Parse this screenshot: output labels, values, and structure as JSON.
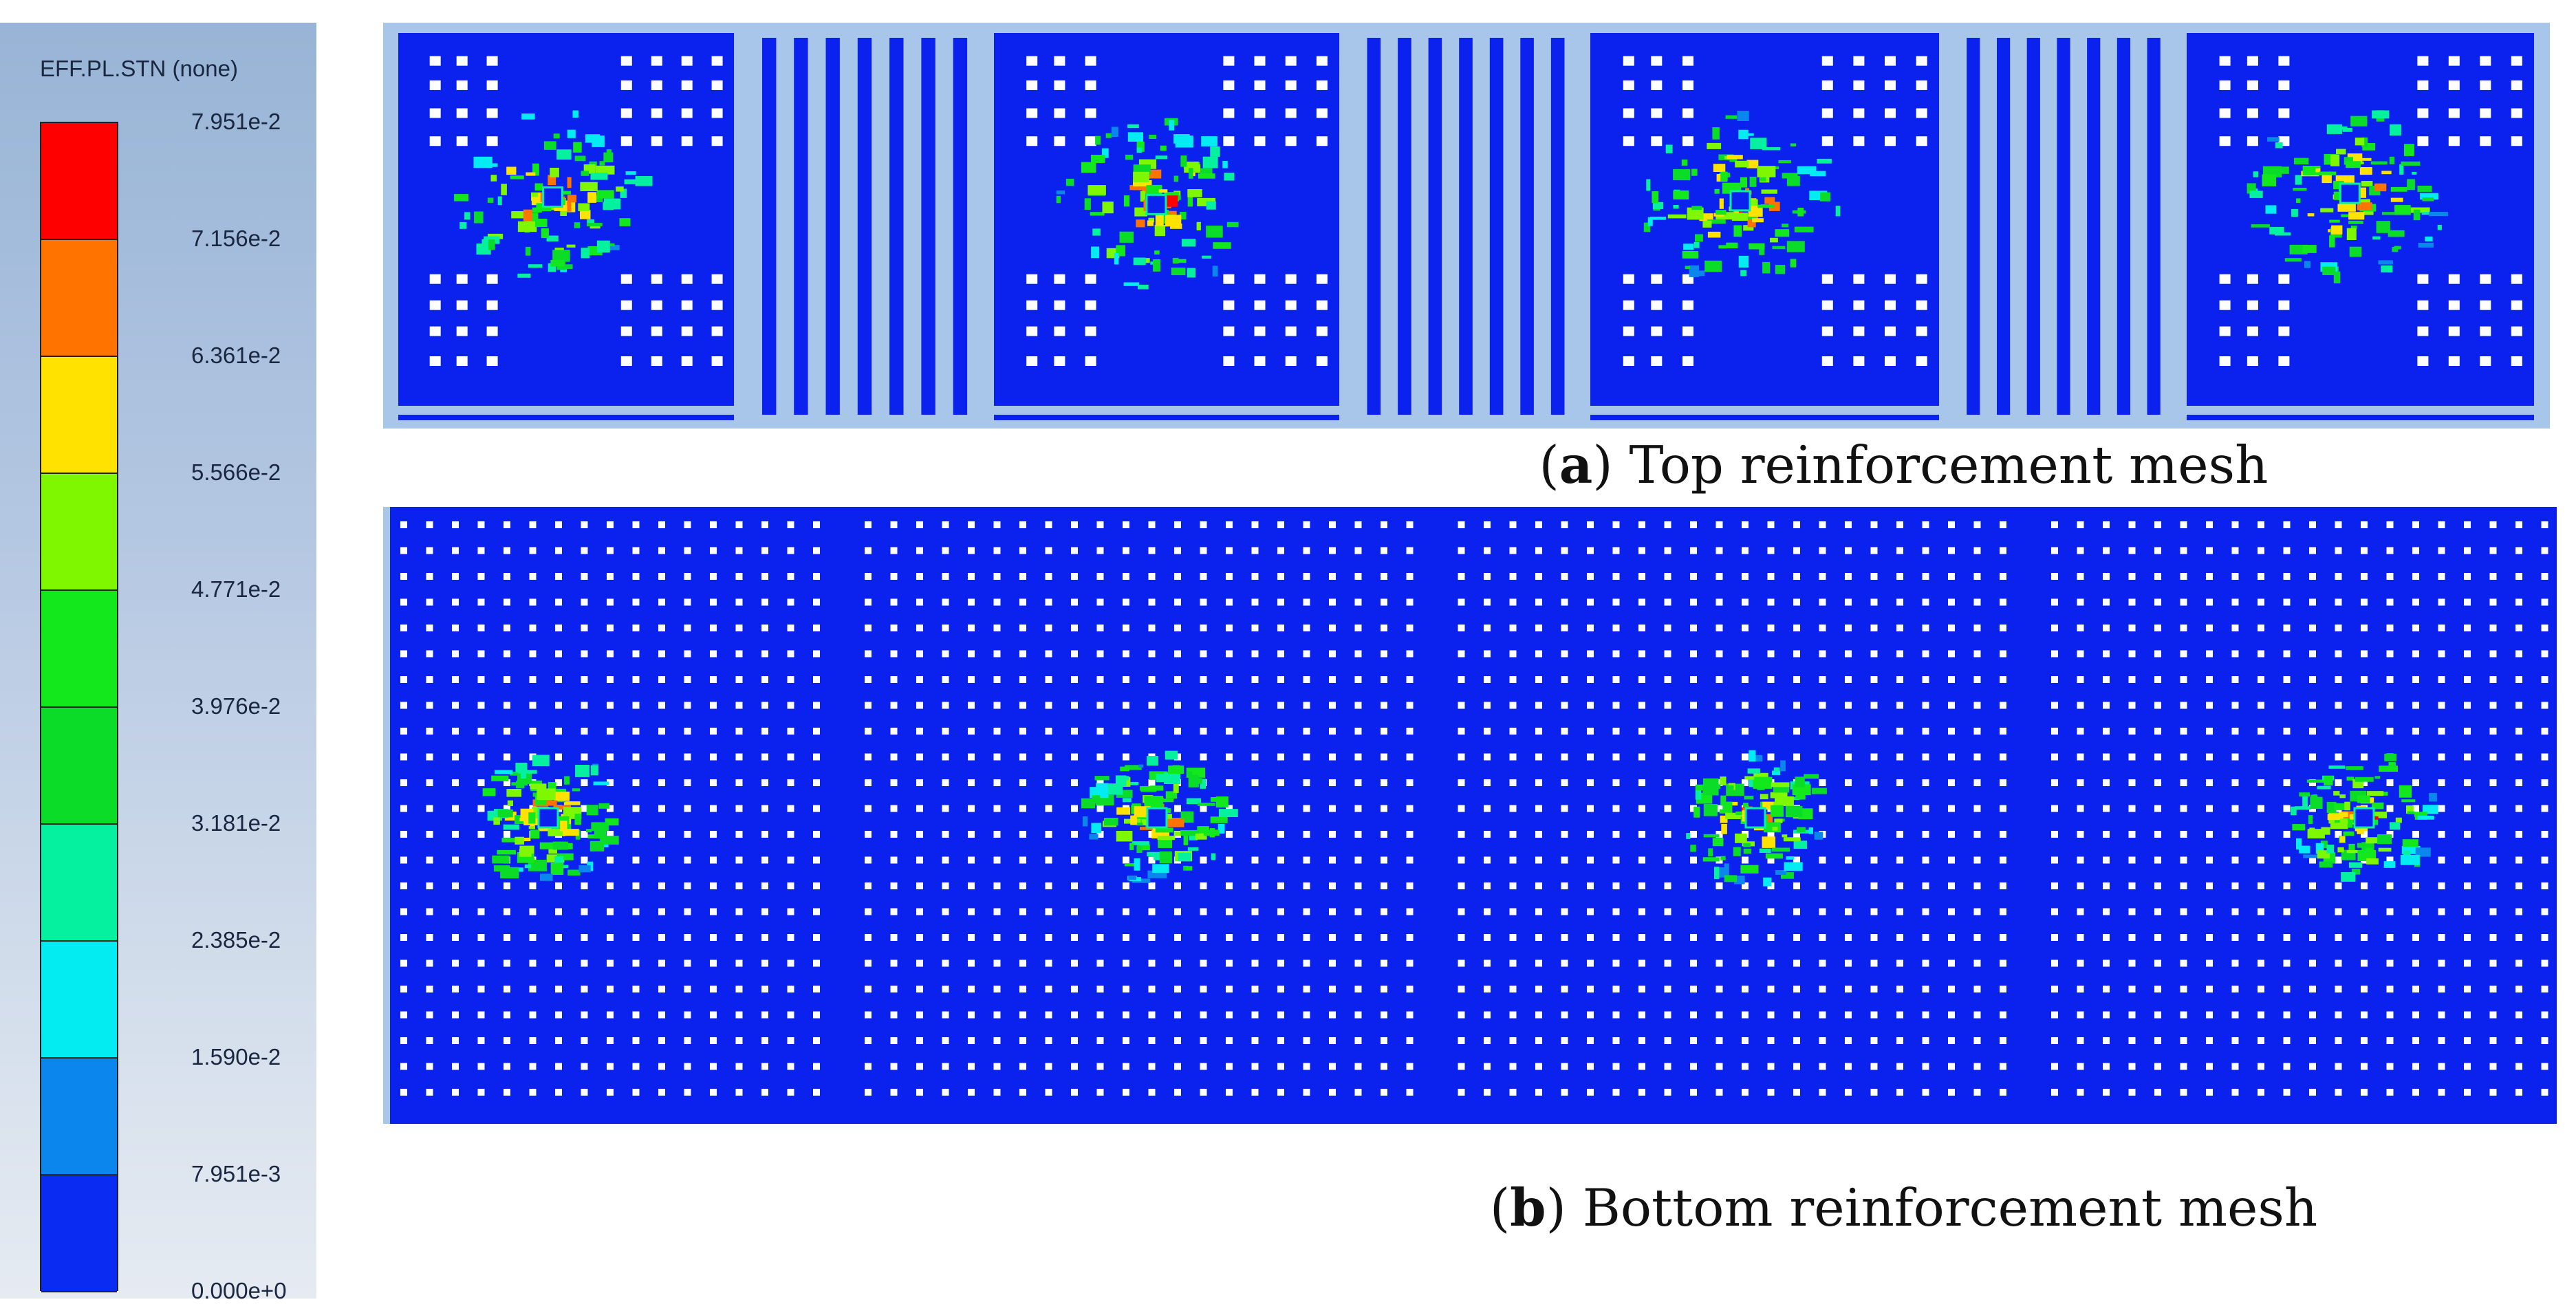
{
  "legend": {
    "title": "EFF.PL.STN (none)",
    "ticks": [
      "7.951e-2",
      "7.156e-2",
      "6.361e-2",
      "5.566e-2",
      "4.771e-2",
      "3.976e-2",
      "3.181e-2",
      "2.385e-2",
      "1.590e-2",
      "7.951e-3",
      "0.000e+0"
    ],
    "band_colors": [
      "#ff0000",
      "#ff7300",
      "#ffe200",
      "#7ff700",
      "#13e81d",
      "#0bdc28",
      "#05f09f",
      "#03ecf2",
      "#0a86ec",
      "#0a2cf2"
    ]
  },
  "panel_a": {
    "label": "a",
    "caption": "Top reinforcement mesh"
  },
  "panel_b": {
    "label": "b",
    "caption": "Bottom reinforcement mesh"
  },
  "colors": {
    "mesh_blue": "#0b22ee",
    "frame": "#a8c5ea",
    "dot": "#ffffff"
  }
}
